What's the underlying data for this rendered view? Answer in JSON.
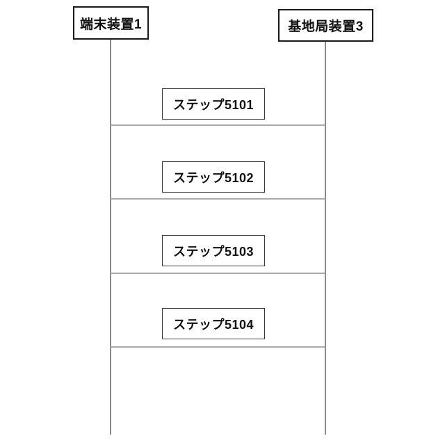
{
  "diagram": {
    "entities": [
      {
        "label": "端末装置1"
      },
      {
        "label": "基地局装置3"
      }
    ],
    "steps": [
      {
        "label": "ステップ5101"
      },
      {
        "label": "ステップ5102"
      },
      {
        "label": "ステップ5103"
      },
      {
        "label": "ステップ5104"
      }
    ],
    "colors": {
      "background": "#ffffff",
      "entity_border": "#1a1a1a",
      "step_border": "#3a3a3a",
      "lifeline": "#8a8a8a",
      "separator": "#a9a9a9",
      "text": "#111111"
    }
  }
}
